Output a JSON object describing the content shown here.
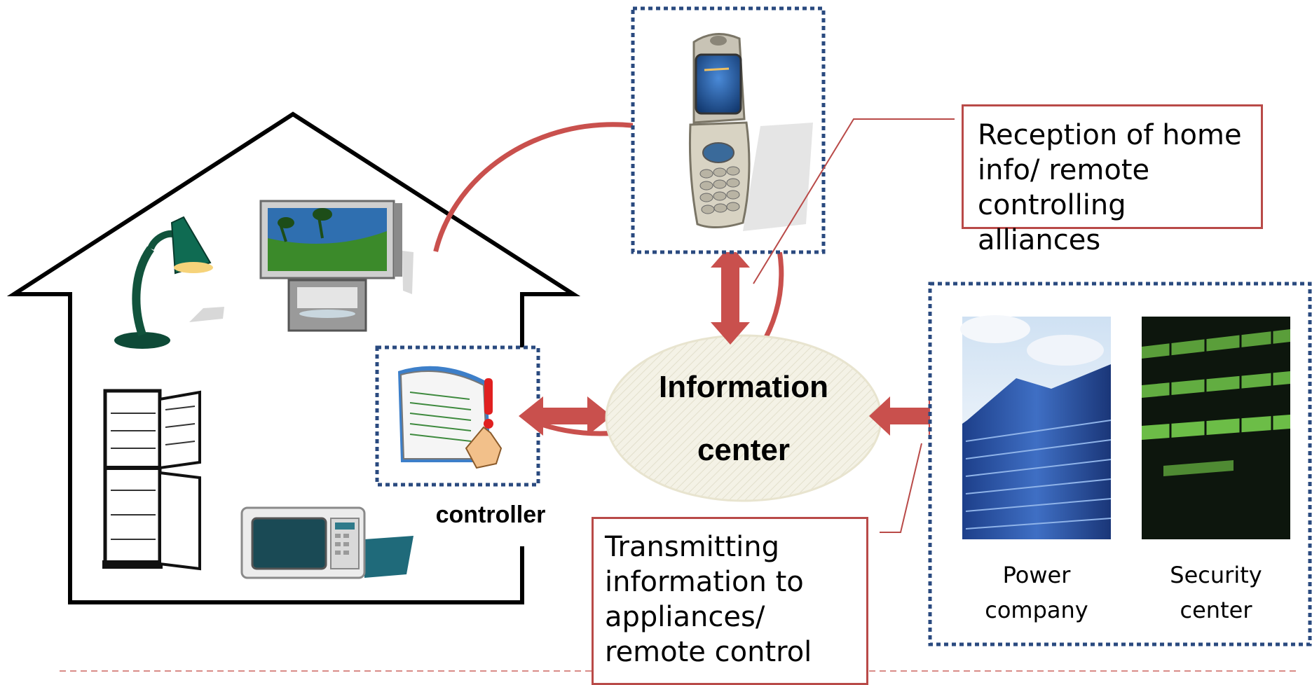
{
  "labels": {
    "controller": "controller",
    "center_line1": "Information",
    "center_line2": "center",
    "reception_lines": [
      "Reception of home",
      "info/ remote",
      "controlling alliances"
    ],
    "transmit_lines": [
      "Transmitting",
      "information to",
      "appliances/",
      "remote control"
    ],
    "power_lines": [
      "Power",
      "company"
    ],
    "security_lines": [
      "Security",
      "center"
    ]
  },
  "colors": {
    "arrow": "#c9504d",
    "circle": "#c9504d",
    "dotted_border": "#2a4a7f",
    "callout_border": "#b94a48",
    "house_outline": "#000000"
  },
  "icons": [
    "table-lamp-icon",
    "television-icon",
    "refrigerator-icon",
    "microwave-icon",
    "controller-tablet-icon",
    "mobile-phone-icon",
    "office-building-icon",
    "security-building-icon"
  ]
}
